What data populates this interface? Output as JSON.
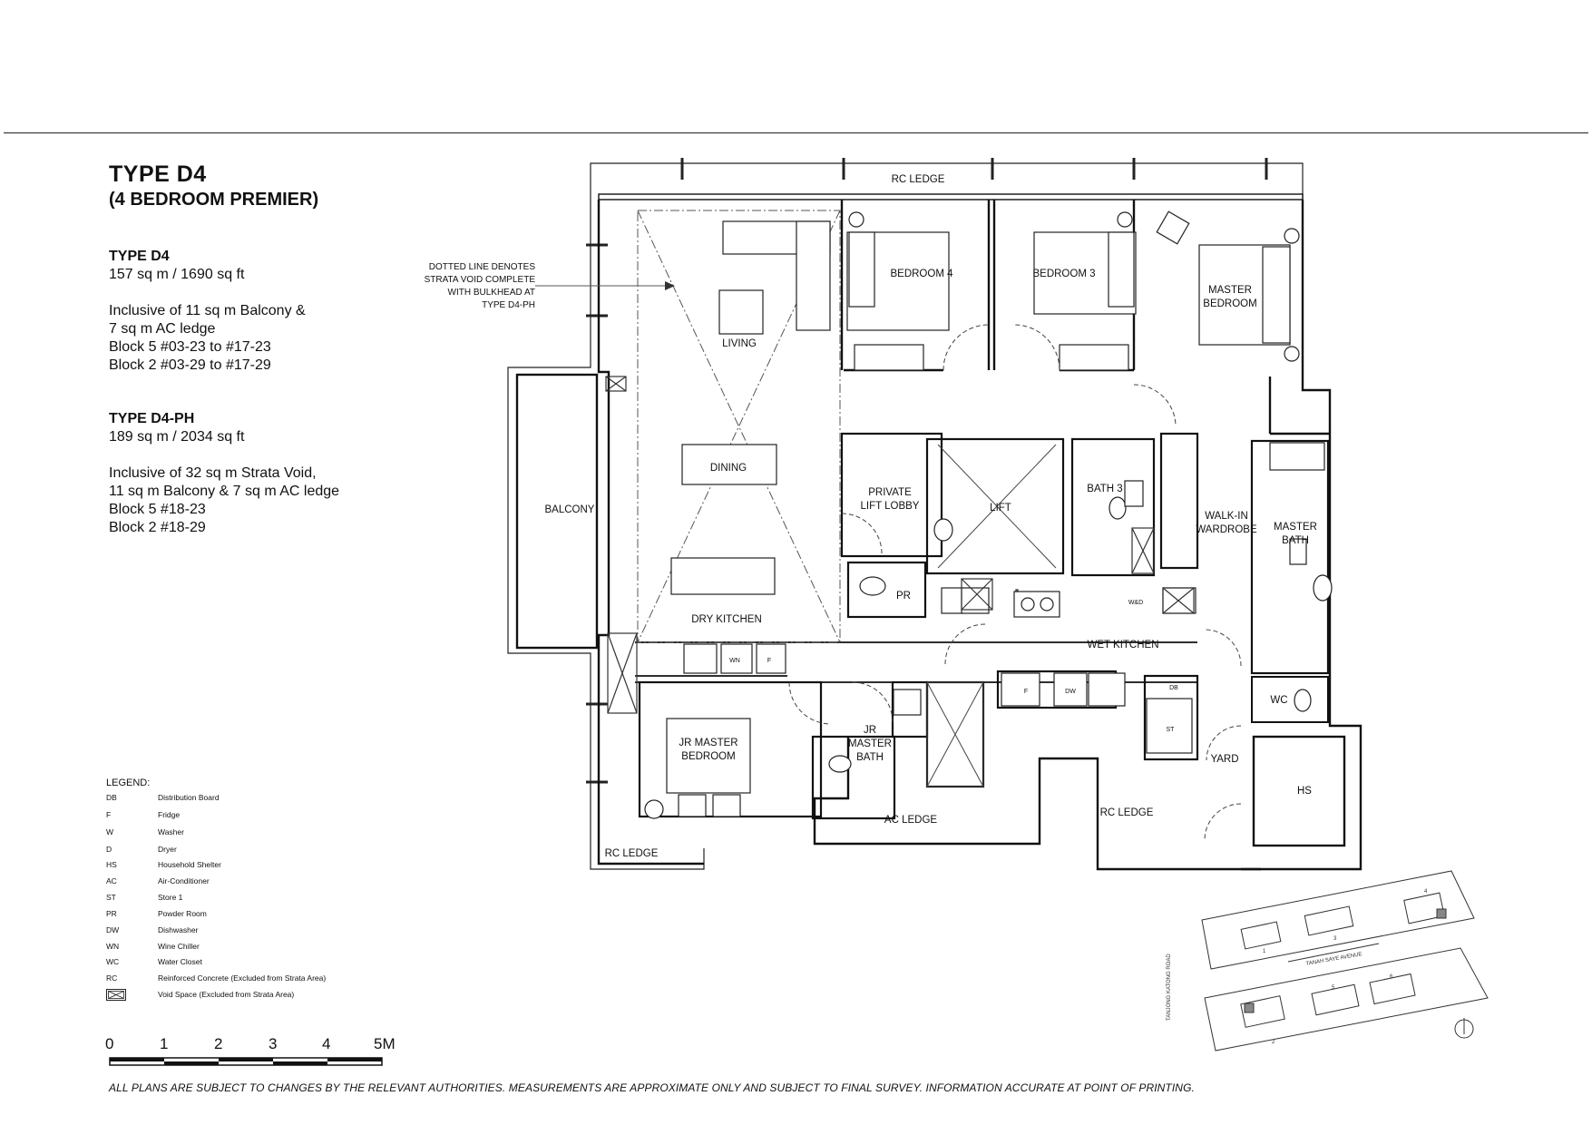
{
  "header": {
    "type": "TYPE  D4",
    "subtitle": "(4 BEDROOM PREMIER)"
  },
  "variants": [
    {
      "title": "TYPE D4",
      "area": "157 sq m / 1690 sq ft",
      "notes": [
        "Inclusive of 11 sq m Balcony &",
        "7 sq m AC ledge",
        "Block 5 #03-23 to #17-23",
        "Block 2 #03-29 to #17-29"
      ]
    },
    {
      "title": "TYPE D4-PH",
      "area": "189 sq m / 2034 sq ft",
      "notes": [
        "Inclusive of 32 sq m Strata Void,",
        "11 sq m Balcony & 7 sq m AC ledge",
        "Block 5 #18-23",
        "Block 2 #18-29"
      ]
    }
  ],
  "callout": [
    "DOTTED LINE DENOTES",
    "STRATA VOID COMPLETE",
    "WITH BULKHEAD AT",
    "TYPE D4-PH"
  ],
  "rooms": {
    "rc_ledge_top": "RC LEDGE",
    "living": "LIVING",
    "bedroom4": "BEDROOM 4",
    "bedroom3": "BEDROOM 3",
    "master_bedroom": [
      "MASTER",
      "BEDROOM"
    ],
    "balcony": "BALCONY",
    "dining": "DINING",
    "private_lift_lobby": [
      "PRIVATE",
      "LIFT LOBBY"
    ],
    "lift": "LIFT",
    "bath3": "BATH 3",
    "walk_in_wardrobe": [
      "WALK-IN",
      "WARDROBE"
    ],
    "master_bath": [
      "MASTER",
      "BATH"
    ],
    "pr": "PR",
    "dry_kitchen": "DRY KITCHEN",
    "wet_kitchen": "WET KITCHEN",
    "jr_master_bedroom": [
      "JR MASTER",
      "BEDROOM"
    ],
    "jr_master_bath": [
      "JR",
      "MASTER",
      "BATH"
    ],
    "ac_ledge": "AC LEDGE",
    "rc_ledge_right": "RC LEDGE",
    "rc_ledge_bottom": "RC LEDGE",
    "yard": "YARD",
    "hs": "HS",
    "wc": "WC"
  },
  "fixtures": {
    "wn": "WN",
    "f1": "F",
    "f2": "F",
    "dw": "DW",
    "db": "DB",
    "st": "ST",
    "wd": "W&D"
  },
  "legend": {
    "title": "LEGEND:",
    "items": [
      {
        "code": "DB",
        "desc": "Distribution Board"
      },
      {
        "code": "F",
        "desc": "Fridge"
      },
      {
        "code": "W",
        "desc": "Washer"
      },
      {
        "code": "D",
        "desc": "Dryer"
      },
      {
        "code": "HS",
        "desc": "Household Shelter"
      },
      {
        "code": "AC",
        "desc": "Air-Conditioner"
      },
      {
        "code": "ST",
        "desc": "Store 1"
      },
      {
        "code": "PR",
        "desc": "Powder Room"
      },
      {
        "code": "DW",
        "desc": "Dishwasher"
      },
      {
        "code": "WN",
        "desc": "Wine Chiller"
      },
      {
        "code": "WC",
        "desc": "Water Closet"
      },
      {
        "code": "RC",
        "desc": "Reinforced Concrete (Excluded from Strata Area)"
      },
      {
        "code": "",
        "desc": "Void Space (Excluded from Strata Area)"
      }
    ]
  },
  "scale": {
    "labels": [
      "0",
      "1",
      "2",
      "3",
      "4",
      "5M"
    ]
  },
  "site_plan": {
    "road": "TANJONG KATONG ROAD",
    "street": "TANAH SAYE AVENUE",
    "blocks": [
      "1",
      "2",
      "3",
      "4",
      "5",
      "6"
    ]
  },
  "disclaimer": "ALL PLANS ARE SUBJECT TO CHANGES BY THE RELEVANT AUTHORITIES. MEASUREMENTS ARE APPROXIMATE ONLY AND SUBJECT TO FINAL SURVEY. INFORMATION ACCURATE AT POINT OF PRINTING."
}
